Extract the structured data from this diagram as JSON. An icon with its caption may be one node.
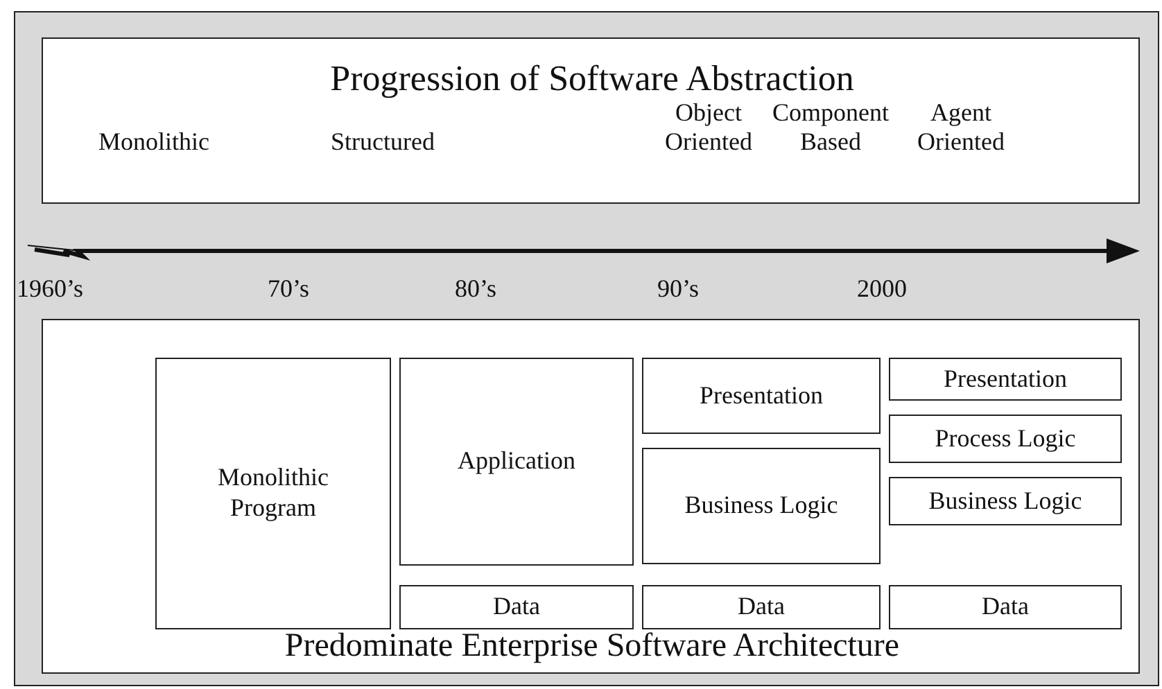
{
  "diagram": {
    "nodes": [
      {
        "text": [
          "Progression of Software Abstraction",
          "Monolithic",
          "Structured",
          "Object Oriented",
          "Component Based",
          "Agent Oriented"
        ]
      },
      {
        "text": [
          "Predominate Enterprise Software Architecture"
        ]
      },
      {
        "text": [
          "Monolithic Program"
        ],
        "in": 1
      },
      {
        "text": [
          "Application"
        ],
        "in": 1
      },
      {
        "text": [
          "Data"
        ],
        "in": 1
      },
      {
        "text": [
          "Presentation"
        ],
        "in": 1
      },
      {
        "text": [
          "Business Logic"
        ],
        "in": 1
      },
      {
        "text": [
          "Data"
        ],
        "in": 1
      },
      {
        "text": [
          "Presentation"
        ],
        "in": 1
      },
      {
        "text": [
          "Process Logic"
        ],
        "in": 1
      },
      {
        "text": [
          "Business Logic"
        ],
        "in": 1
      },
      {
        "text": [
          "Data"
        ],
        "in": 1
      }
    ],
    "labels": [
      "1960’s",
      "70’s",
      "80’s",
      "90’s",
      "2000"
    ]
  }
}
